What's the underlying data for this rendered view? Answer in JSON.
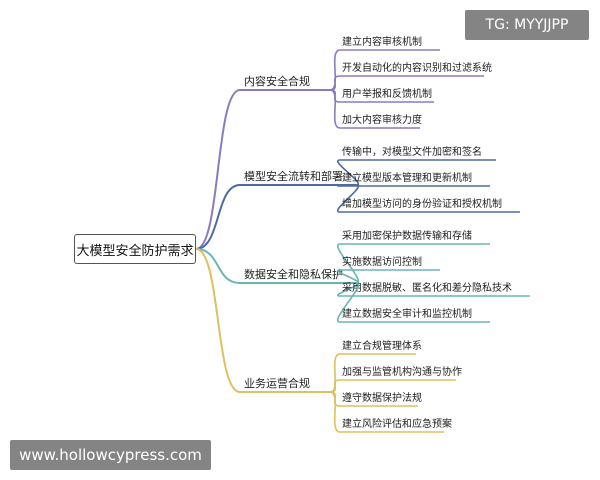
{
  "watermark_top": "TG: MYYJJPP",
  "watermark_bottom": "www.hollowcypress.com",
  "root": {
    "label": "大模型安全防护需求"
  },
  "branches": [
    {
      "id": "b1",
      "label": "内容安全合规",
      "color": "#8b7bbd",
      "children": [
        "建立内容审核机制",
        "开发自动化的内容识别和过滤系统",
        "用户举报和反馈机制",
        "加大内容审核力度"
      ]
    },
    {
      "id": "b2",
      "label": "模型安全流转和部署",
      "color": "#4d6aa8",
      "children": [
        "传输中，对模型文件加密和签名",
        "建立模型版本管理和更新机制",
        "增加模型访问的身份验证和授权机制"
      ]
    },
    {
      "id": "b3",
      "label": "数据安全和隐私保护",
      "color": "#6ab5b2",
      "children": [
        "采用加密保护数据传输和存储",
        "实施数据访问控制",
        "采用数据脱敏、匿名化和差分隐私技术",
        "建立数据安全审计和监控机制"
      ]
    },
    {
      "id": "b4",
      "label": "业务运营合规",
      "color": "#e0bf5e",
      "children": [
        "建立合规管理体系",
        "加强与监管机构沟通与协作",
        "遵守数据保护法规",
        "建立风险评估和应急预案"
      ]
    }
  ]
}
